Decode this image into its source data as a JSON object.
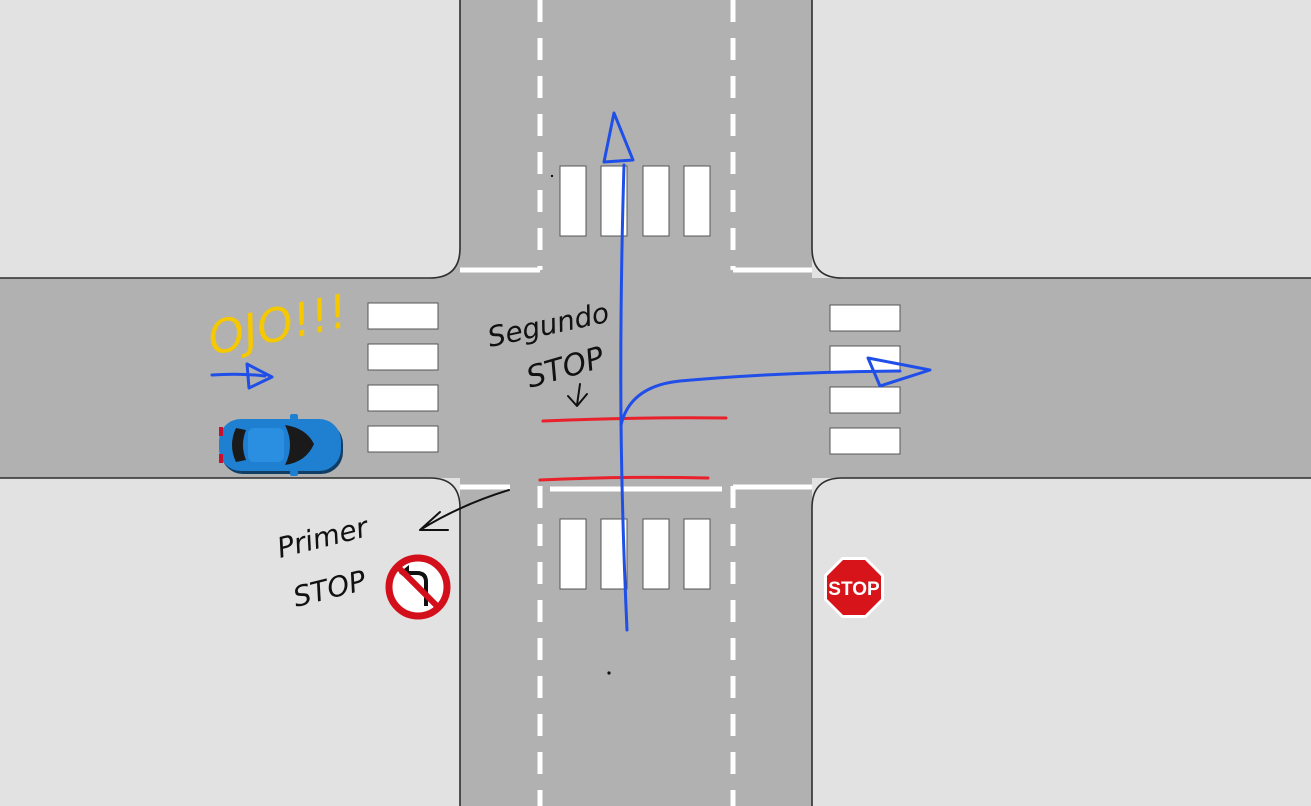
{
  "colors": {
    "sidewalk": "#e2e2e2",
    "road": "#b1b1b1",
    "curb": "#2e2e2e",
    "marking": "#ffffff",
    "stop_line": "#e8212b",
    "route": "#1f4fe8",
    "warning": "#f5c800",
    "annotation_ink": "#111111",
    "car_body": "#1f7fd0"
  },
  "annotations": {
    "warning": "OJO!!!",
    "second_stop_line1": "Segundo",
    "second_stop_line2": "STOP",
    "first_stop_line1": "Primer",
    "first_stop_line2": "STOP"
  },
  "signs": {
    "stop_text": "STOP",
    "stop_icon": "stop-octagon-icon",
    "no_left_turn_icon": "no-left-turn-icon"
  },
  "vehicle": {
    "icon": "car-icon"
  }
}
